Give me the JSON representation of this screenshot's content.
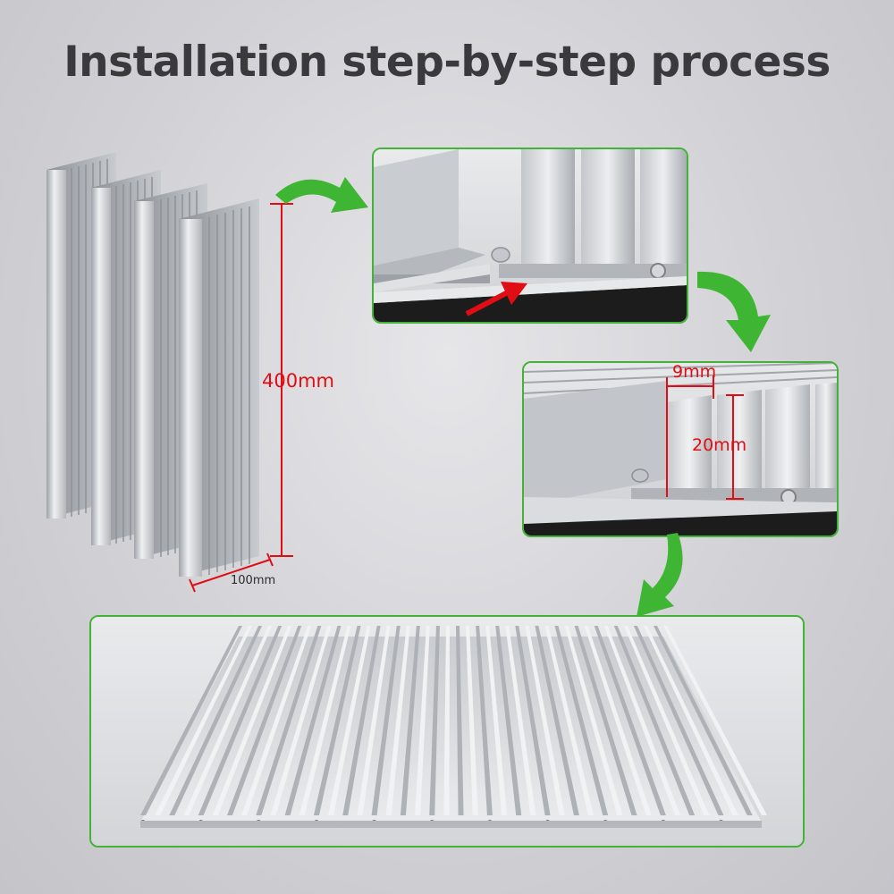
{
  "header": {
    "title": "Installation step-by-step process"
  },
  "dimensions": {
    "length": "400mm",
    "width": "100mm",
    "fin_gap": "9mm",
    "fin_height": "20mm"
  },
  "colors": {
    "panel_border": "#44b239",
    "arrow_green": "#3fb534",
    "dimension_red": "#e00d14",
    "title_text": "#3a3a3c",
    "aluminum": "#b9bcc1"
  },
  "steps": [
    {
      "name": "separate-heatsink-profiles"
    },
    {
      "name": "slide-joint-into-groove"
    },
    {
      "name": "interlocked-joint-detail"
    },
    {
      "name": "assembled-heatsink-plate"
    }
  ],
  "icons": [
    "curved-arrow-icon",
    "red-arrow-icon"
  ]
}
